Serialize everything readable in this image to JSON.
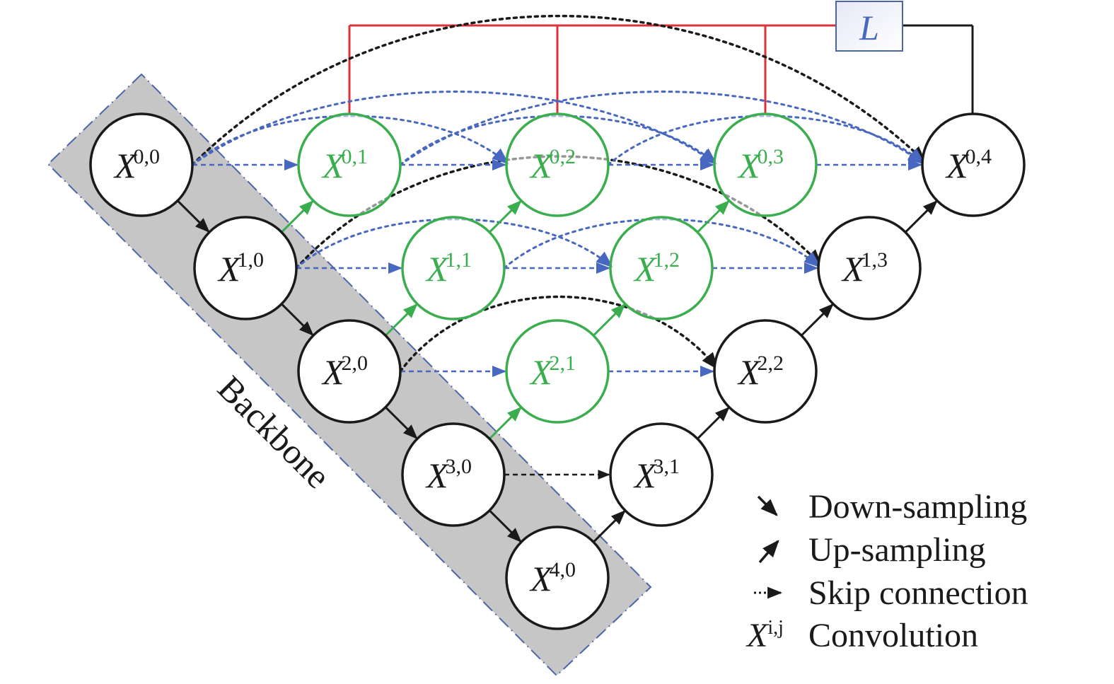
{
  "title": "UNet++ nested architecture diagram",
  "colors": {
    "black": "#1a1a1a",
    "green": "#3aae4e",
    "blue": "#4767c0",
    "light_blue": "#b8c4e4",
    "red": "#d9323a",
    "backbone_fill": "#c6c6c6",
    "backbone_border": "#4a66a8",
    "loss_box_fill": "#eef0fa",
    "loss_box_border": "#4a66a8"
  },
  "loss_box": {
    "label": "L"
  },
  "backbone": {
    "label": "Backbone"
  },
  "nodes": [
    {
      "id": "X00",
      "i": 0,
      "j": 0,
      "base": "X",
      "sup": "0,0",
      "type": "backbone"
    },
    {
      "id": "X10",
      "i": 1,
      "j": 0,
      "base": "X",
      "sup": "1,0",
      "type": "backbone"
    },
    {
      "id": "X20",
      "i": 2,
      "j": 0,
      "base": "X",
      "sup": "2,0",
      "type": "backbone"
    },
    {
      "id": "X30",
      "i": 3,
      "j": 0,
      "base": "X",
      "sup": "3,0",
      "type": "backbone"
    },
    {
      "id": "X40",
      "i": 4,
      "j": 0,
      "base": "X",
      "sup": "4,0",
      "type": "backbone"
    },
    {
      "id": "X01",
      "i": 0,
      "j": 1,
      "base": "X",
      "sup": "0,1",
      "type": "nested"
    },
    {
      "id": "X02",
      "i": 0,
      "j": 2,
      "base": "X",
      "sup": "0,2",
      "type": "nested"
    },
    {
      "id": "X03",
      "i": 0,
      "j": 3,
      "base": "X",
      "sup": "0,3",
      "type": "nested"
    },
    {
      "id": "X11",
      "i": 1,
      "j": 1,
      "base": "X",
      "sup": "1,1",
      "type": "nested"
    },
    {
      "id": "X12",
      "i": 1,
      "j": 2,
      "base": "X",
      "sup": "1,2",
      "type": "nested"
    },
    {
      "id": "X21",
      "i": 2,
      "j": 1,
      "base": "X",
      "sup": "2,1",
      "type": "nested"
    },
    {
      "id": "X04",
      "i": 0,
      "j": 4,
      "base": "X",
      "sup": "0,4",
      "type": "decoder"
    },
    {
      "id": "X13",
      "i": 1,
      "j": 3,
      "base": "X",
      "sup": "1,3",
      "type": "decoder"
    },
    {
      "id": "X22",
      "i": 2,
      "j": 2,
      "base": "X",
      "sup": "2,2",
      "type": "decoder"
    },
    {
      "id": "X31",
      "i": 3,
      "j": 1,
      "base": "X",
      "sup": "3,1",
      "type": "decoder"
    }
  ],
  "edges": {
    "down_sampling": [
      [
        "X00",
        "X10"
      ],
      [
        "X10",
        "X20"
      ],
      [
        "X20",
        "X30"
      ],
      [
        "X30",
        "X40"
      ]
    ],
    "up_sampling_nested": [
      [
        "X10",
        "X01"
      ],
      [
        "X20",
        "X11"
      ],
      [
        "X30",
        "X21"
      ],
      [
        "X11",
        "X02"
      ],
      [
        "X21",
        "X12"
      ],
      [
        "X12",
        "X03"
      ]
    ],
    "up_sampling_decoder": [
      [
        "X40",
        "X31"
      ],
      [
        "X31",
        "X22"
      ],
      [
        "X22",
        "X13"
      ],
      [
        "X13",
        "X04"
      ]
    ],
    "skip_straight": [
      [
        "X00",
        "X01"
      ],
      [
        "X01",
        "X02"
      ],
      [
        "X02",
        "X03"
      ],
      [
        "X03",
        "X04"
      ],
      [
        "X10",
        "X11"
      ],
      [
        "X11",
        "X12"
      ],
      [
        "X12",
        "X13"
      ],
      [
        "X20",
        "X21"
      ],
      [
        "X21",
        "X22"
      ],
      [
        "X30",
        "X31"
      ]
    ],
    "skip_dense": [
      [
        "X00",
        "X02"
      ],
      [
        "X00",
        "X03"
      ],
      [
        "X01",
        "X03"
      ],
      [
        "X01",
        "X04"
      ],
      [
        "X02",
        "X04"
      ],
      [
        "X10",
        "X12"
      ],
      [
        "X11",
        "X13"
      ]
    ],
    "skip_long_black": [
      [
        "X00",
        "X04"
      ],
      [
        "X10",
        "X13"
      ],
      [
        "X20",
        "X22"
      ]
    ],
    "deep_supervision": [
      "X01",
      "X02",
      "X03"
    ],
    "loss_to_output": "X04"
  },
  "legend": [
    {
      "icon": "down-arrow-icon",
      "label": "Down-sampling"
    },
    {
      "icon": "up-arrow-icon",
      "label": "Up-sampling"
    },
    {
      "icon": "dashed-arrow-icon",
      "label": "Skip connection"
    },
    {
      "icon": "convolution-symbol",
      "symbol_base": "X",
      "symbol_sup": "i,j",
      "label": "Convolution"
    }
  ]
}
